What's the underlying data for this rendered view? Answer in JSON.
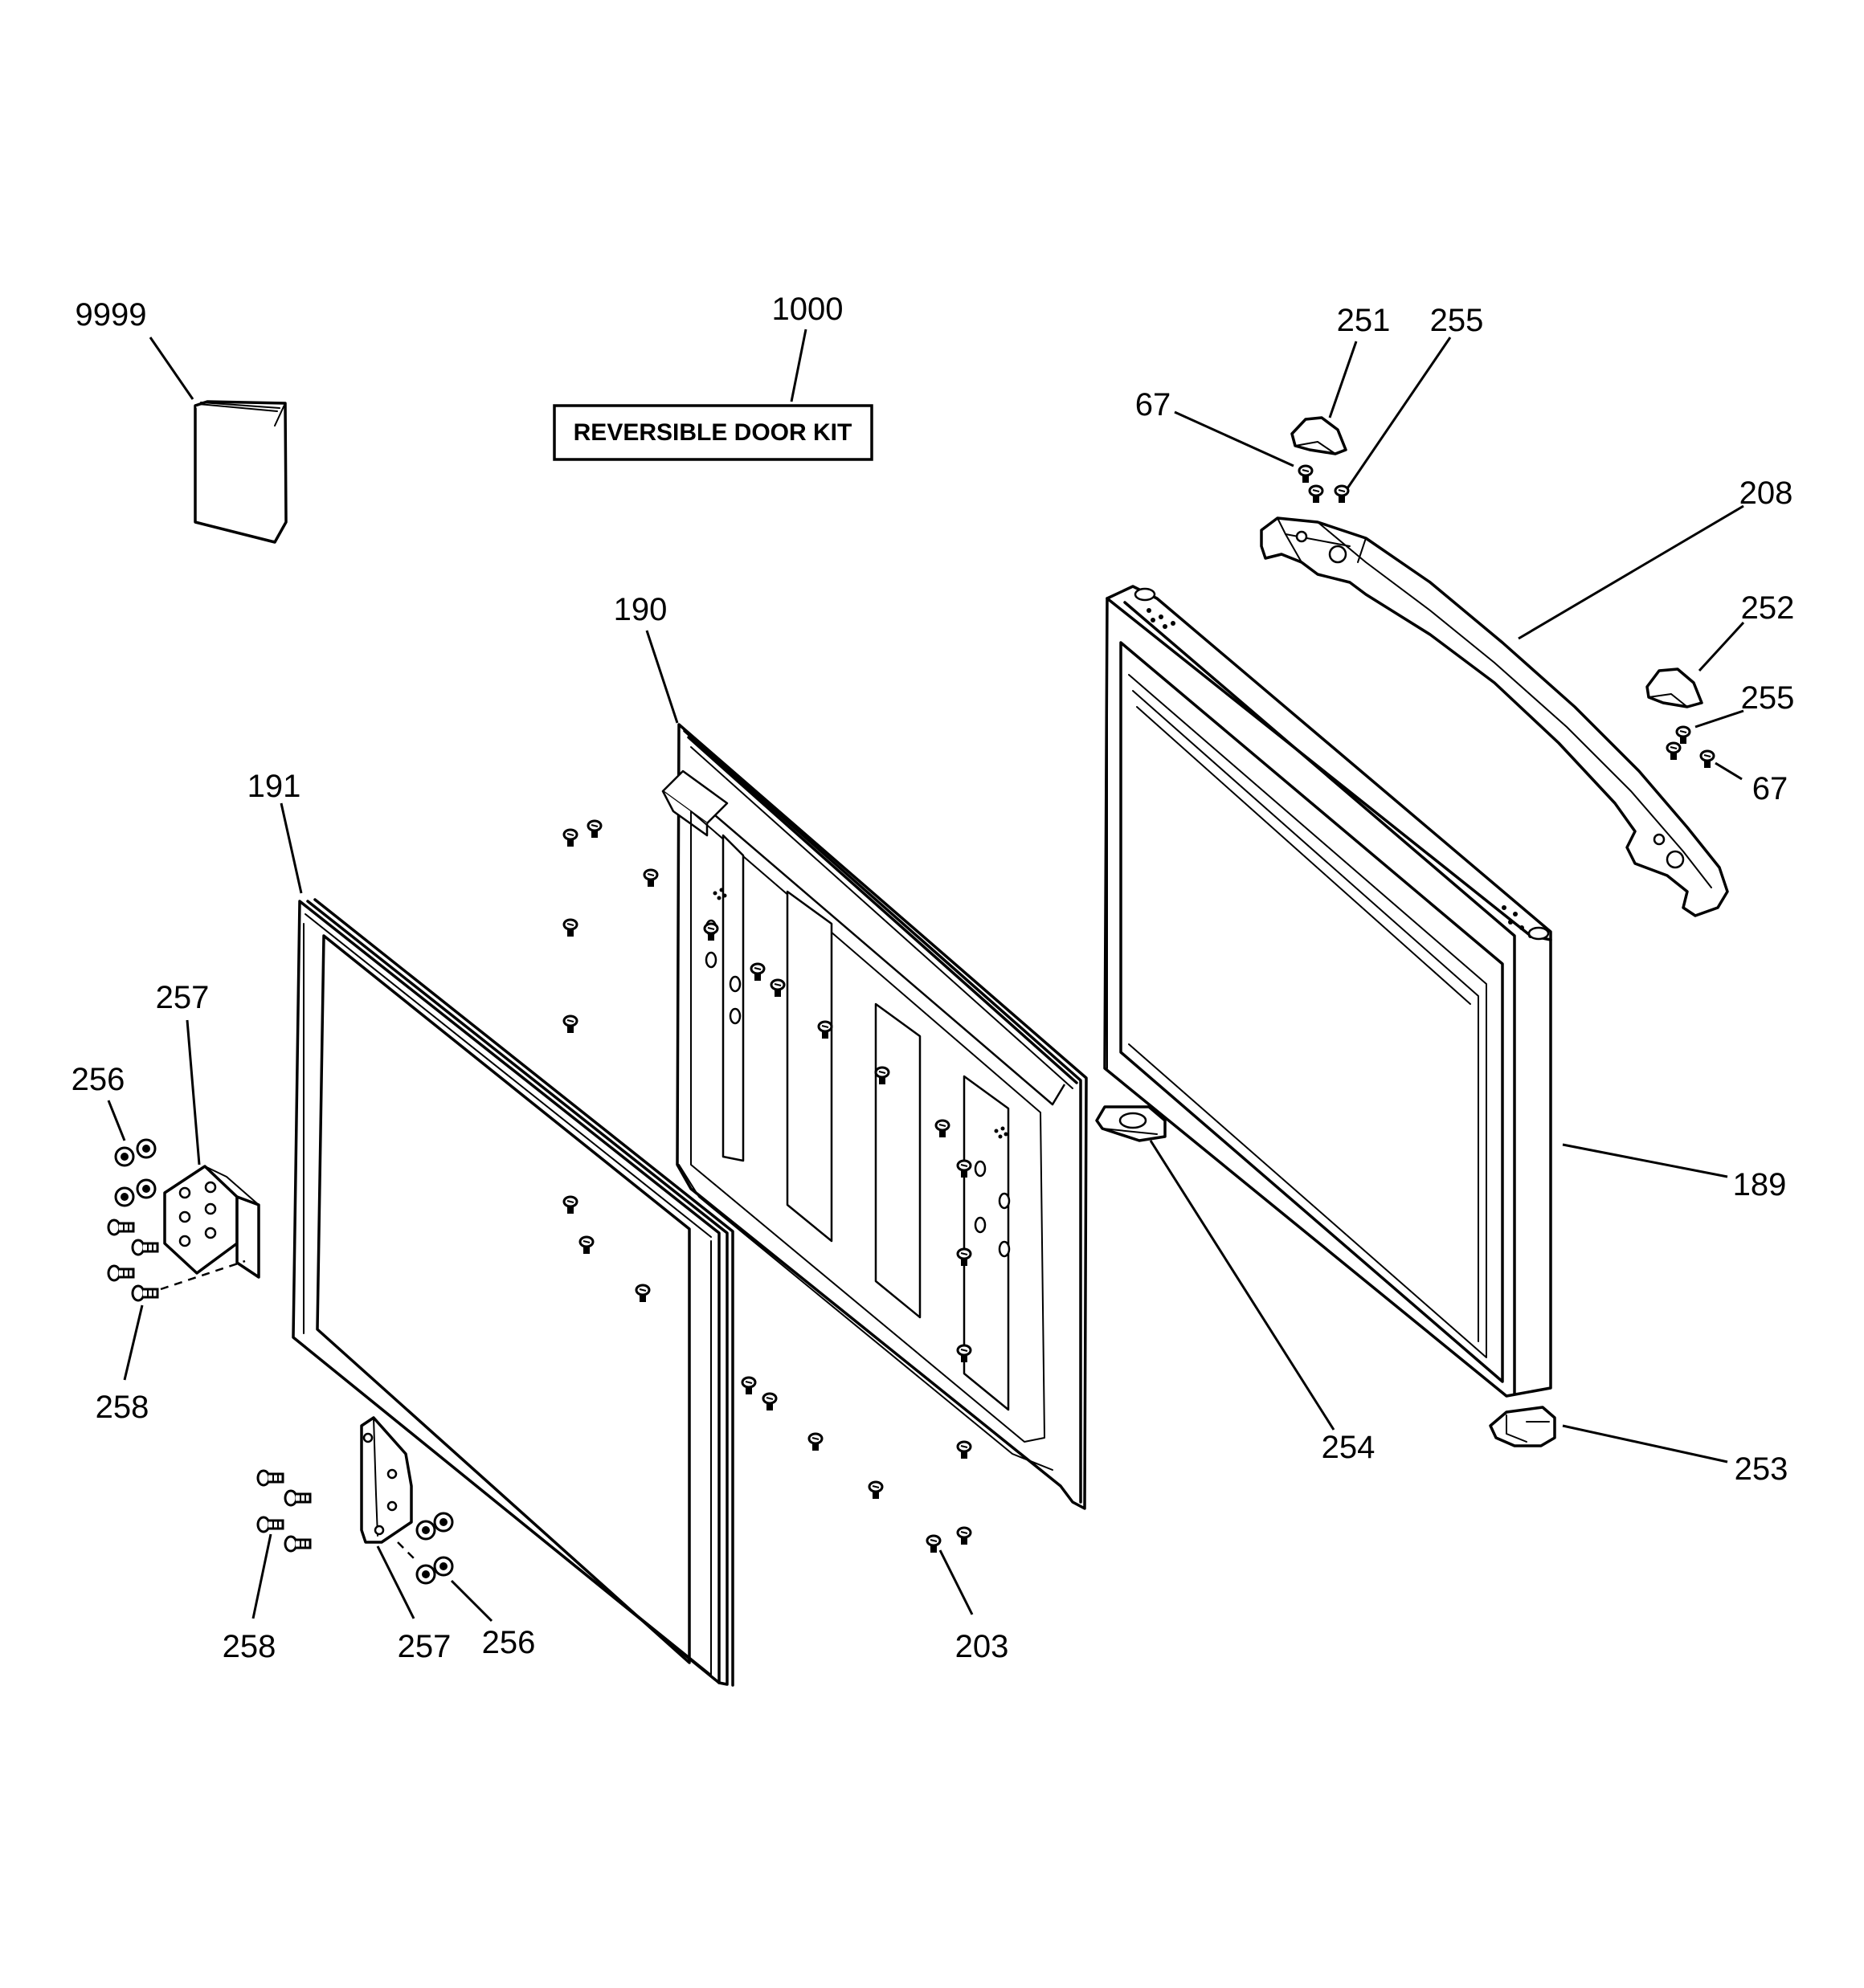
{
  "kit_label": "REVERSIBLE DOOR KIT",
  "callouts": [
    {
      "id": "c9999",
      "text": "9999"
    },
    {
      "id": "c1000",
      "text": "1000"
    },
    {
      "id": "c251",
      "text": "251"
    },
    {
      "id": "c255a",
      "text": "255"
    },
    {
      "id": "c67a",
      "text": "67"
    },
    {
      "id": "c208",
      "text": "208"
    },
    {
      "id": "c252",
      "text": "252"
    },
    {
      "id": "c255b",
      "text": "255"
    },
    {
      "id": "c67b",
      "text": "67"
    },
    {
      "id": "c190",
      "text": "190"
    },
    {
      "id": "c191",
      "text": "191"
    },
    {
      "id": "c257a",
      "text": "257"
    },
    {
      "id": "c256a",
      "text": "256"
    },
    {
      "id": "c258a",
      "text": "258"
    },
    {
      "id": "c189",
      "text": "189"
    },
    {
      "id": "c254",
      "text": "254"
    },
    {
      "id": "c253",
      "text": "253"
    },
    {
      "id": "c258b",
      "text": "258"
    },
    {
      "id": "c257b",
      "text": "257"
    },
    {
      "id": "c256b",
      "text": "256"
    },
    {
      "id": "c203",
      "text": "203"
    }
  ]
}
